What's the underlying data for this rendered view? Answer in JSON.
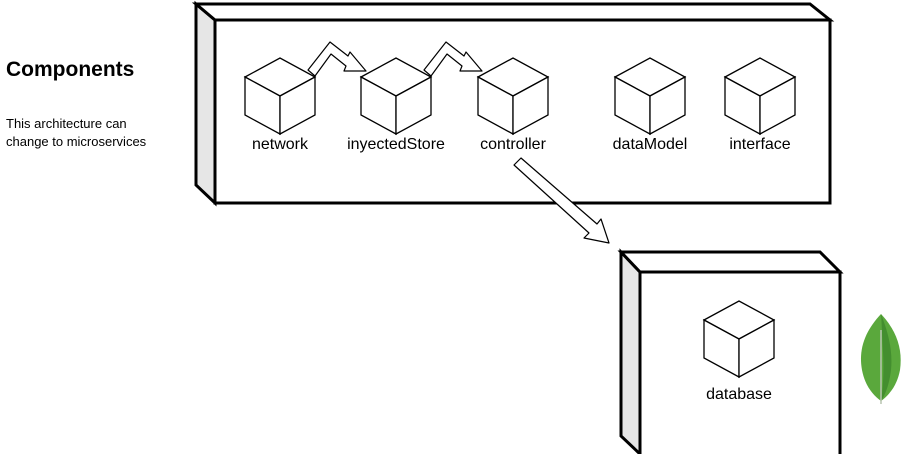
{
  "heading": "Components",
  "note_lines": [
    "This architecture can",
    "change to microservices"
  ],
  "components": {
    "network": "network",
    "store": "inyectedStore",
    "controller": "controller",
    "model": "dataModel",
    "interface": "interface"
  },
  "database": {
    "label": "database"
  },
  "colors": {
    "stroke": "#000000",
    "fill": "#ffffff",
    "node_side": "#e6e6e6",
    "leaf_light": "#6cbd45",
    "leaf_dark": "#3f8a2d"
  },
  "icons": [
    "cube-icon",
    "mongodb-leaf-icon"
  ]
}
